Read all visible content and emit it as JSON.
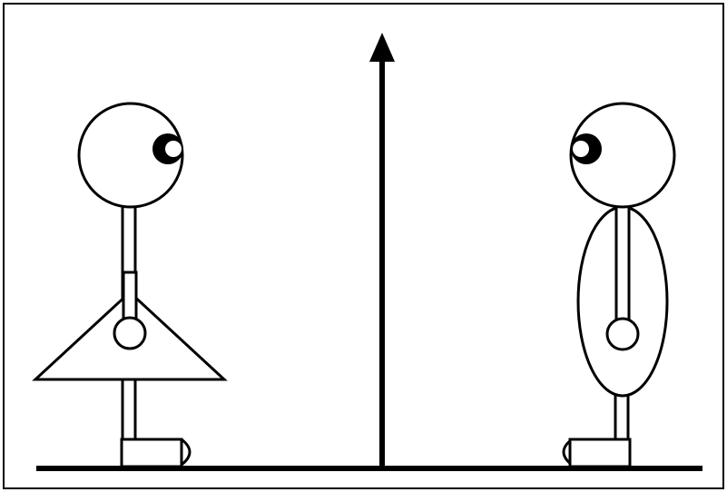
{
  "scene": {
    "frame": "border-frame",
    "ground": "ground-line",
    "divider": "up-arrow",
    "figures": [
      {
        "name": "figure-left-triangle-dress",
        "facing": "right"
      },
      {
        "name": "figure-right-oval-body",
        "facing": "left"
      }
    ]
  },
  "colors": {
    "stroke": "#000000",
    "fill": "#ffffff"
  }
}
